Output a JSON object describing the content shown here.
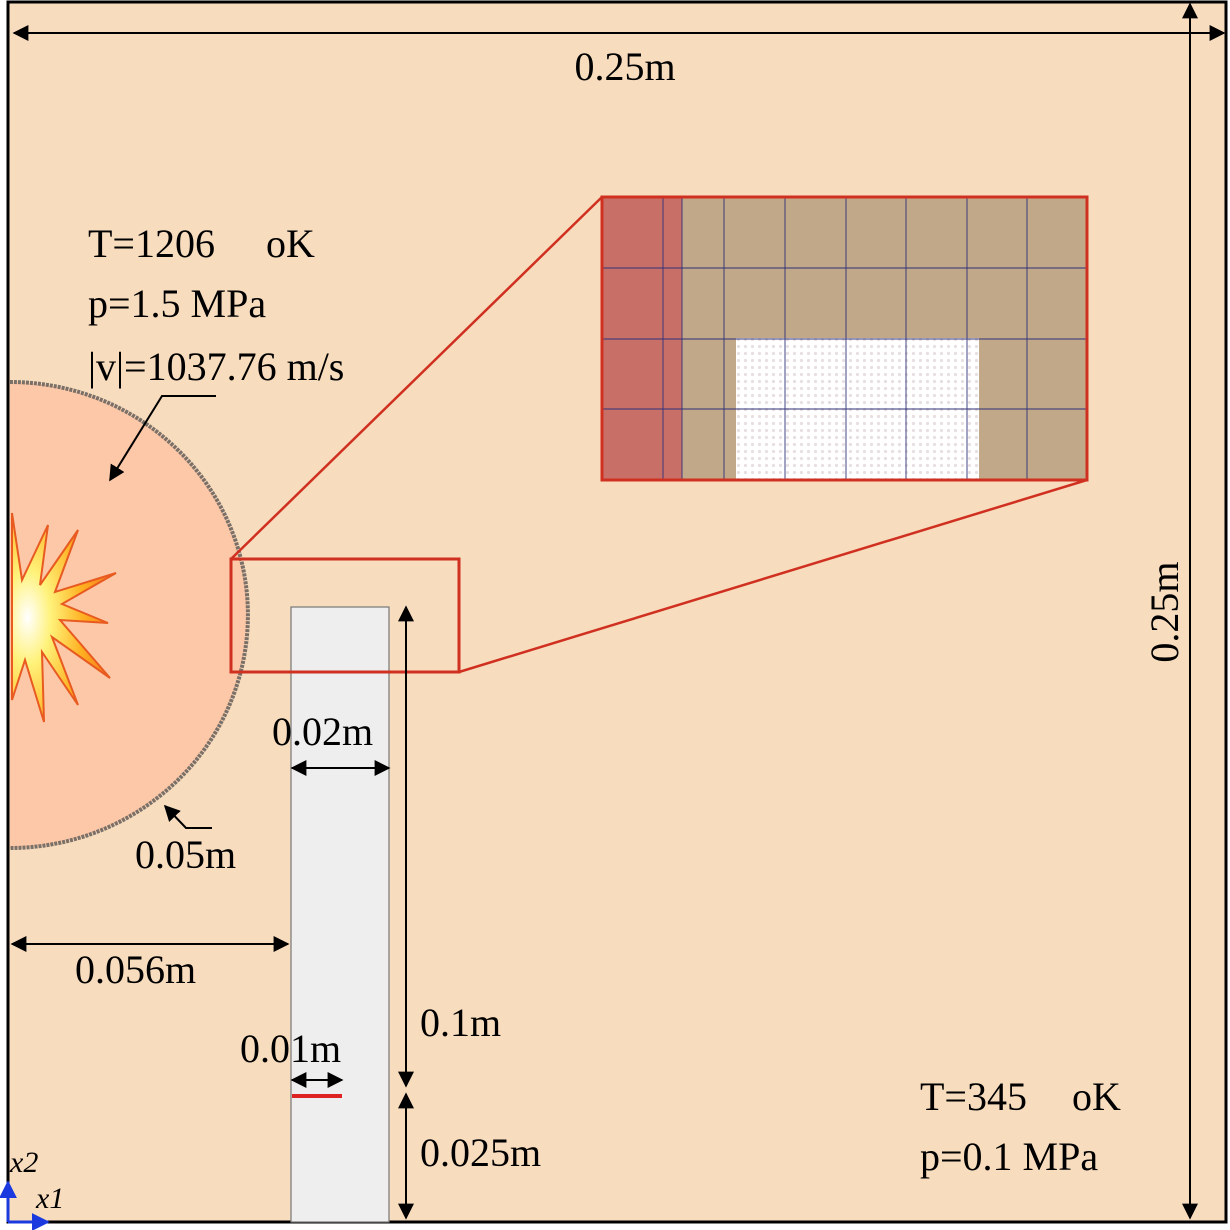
{
  "labels": {
    "domain_width": "0.25m",
    "domain_height": "0.25m",
    "explosion_T": "T=1206",
    "explosion_T_unit": "oK",
    "explosion_p": "p=1.5  MPa",
    "explosion_v": "|v|=1037.76  m/s",
    "charge_radius": "0.05m",
    "charge_offset": "0.056m",
    "plate_width": "0.02m",
    "plate_height": "0.1m",
    "fixed_height": "0.025m",
    "gauge_width": "0.01m",
    "ambient_T": "T=345",
    "ambient_T_unit": "oK",
    "ambient_p": "p=0.1  MPa",
    "axis_x2": "x2",
    "axis_x1": "x1"
  },
  "colors": {
    "ambient": "#f8dcbe",
    "charge": "#fcc8a8",
    "plate": "#eeeeee",
    "zoom_box": "#d03020",
    "zoom_gas": "#c07068",
    "zoom_air": "#c0a888",
    "grid": "#303078",
    "gauge": "#dd2222",
    "axis": "#1a3adf"
  }
}
